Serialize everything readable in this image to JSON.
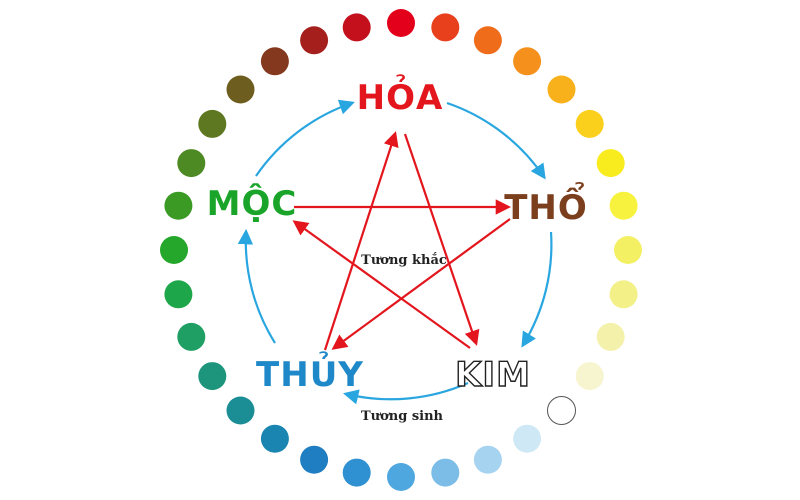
{
  "elements": {
    "hoa": {
      "label": "HỎA",
      "color": "#e3161d"
    },
    "tho": {
      "label": "THỔ",
      "color": "#7b3f1d"
    },
    "kim": {
      "label": "KIM",
      "color": "#ffffff",
      "stroke": "#222222"
    },
    "thuy": {
      "label": "THỦY",
      "color": "#1e88c8"
    },
    "moc": {
      "label": "MỘC",
      "color": "#1aa52a"
    }
  },
  "labels": {
    "khac": "Tương khắc",
    "sinh": "Tương sinh"
  },
  "colors": {
    "sinh_arrow": "#29a6e0",
    "khac_arrow": "#e3161d"
  },
  "ring_colors": [
    "#e3001b",
    "#e8401c",
    "#ef6c1b",
    "#f4901b",
    "#f8b11b",
    "#fbd01d",
    "#f8ec1e",
    "#f6f23d",
    "#f3f163",
    "#f2f087",
    "#f4f1ab",
    "#f7f5cf",
    "#ffffff",
    "#cfe8f6",
    "#a6d3ef",
    "#7bbde7",
    "#4fa7df",
    "#2f90d2",
    "#1f7ec2",
    "#1a85b0",
    "#1b8d94",
    "#1d957c",
    "#1f9f63",
    "#1ea64a",
    "#25a72b",
    "#3b9a24",
    "#4d8a23",
    "#5e7822",
    "#6d5d1f",
    "#84381d",
    "#a5201c",
    "#c40f1c"
  ]
}
